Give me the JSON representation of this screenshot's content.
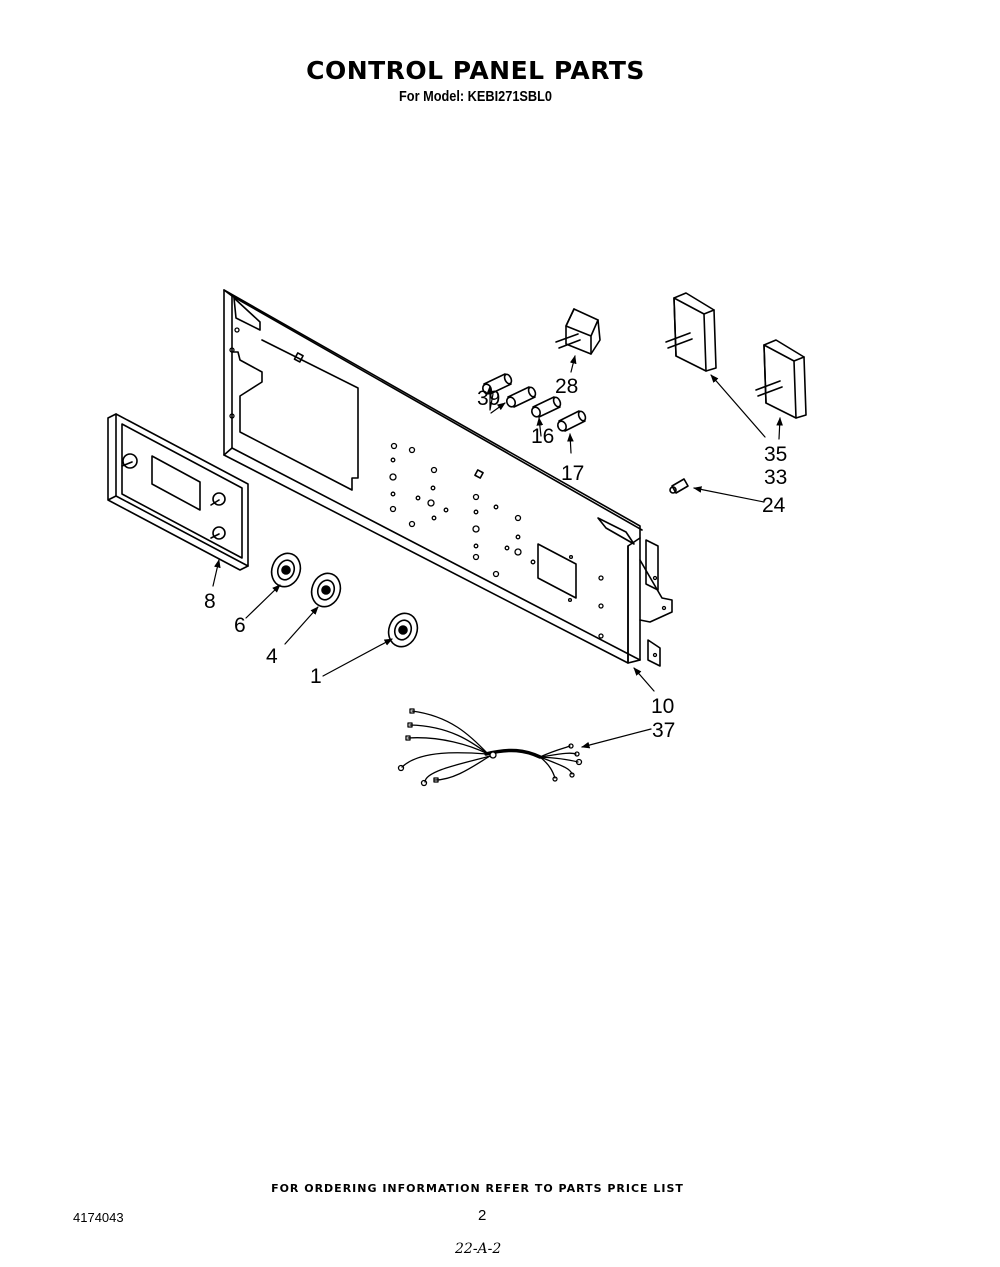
{
  "header": {
    "title": "CONTROL PANEL PARTS",
    "model_line": "For Model: KEBI271SBL0"
  },
  "diagram": {
    "callouts": [
      {
        "id": "1",
        "part": "knob"
      },
      {
        "id": "4",
        "part": "knob"
      },
      {
        "id": "6",
        "part": "knob"
      },
      {
        "id": "8",
        "part": "clock/timer panel"
      },
      {
        "id": "10",
        "part": "control panel"
      },
      {
        "id": "16",
        "part": "push button"
      },
      {
        "id": "17",
        "part": "push button"
      },
      {
        "id": "24",
        "part": "indicator light"
      },
      {
        "id": "28",
        "part": "switch"
      },
      {
        "id": "33",
        "part": "infinite switch"
      },
      {
        "id": "35",
        "part": "infinite switch"
      },
      {
        "id": "37",
        "part": "wire harness"
      },
      {
        "id": "39",
        "part": "push button"
      }
    ]
  },
  "footer": {
    "ordering_note": "FOR ORDERING INFORMATION REFER TO PARTS PRICE LIST",
    "doc_number": "4174043",
    "page_number": "2",
    "handwritten_code": "22-A-2"
  }
}
